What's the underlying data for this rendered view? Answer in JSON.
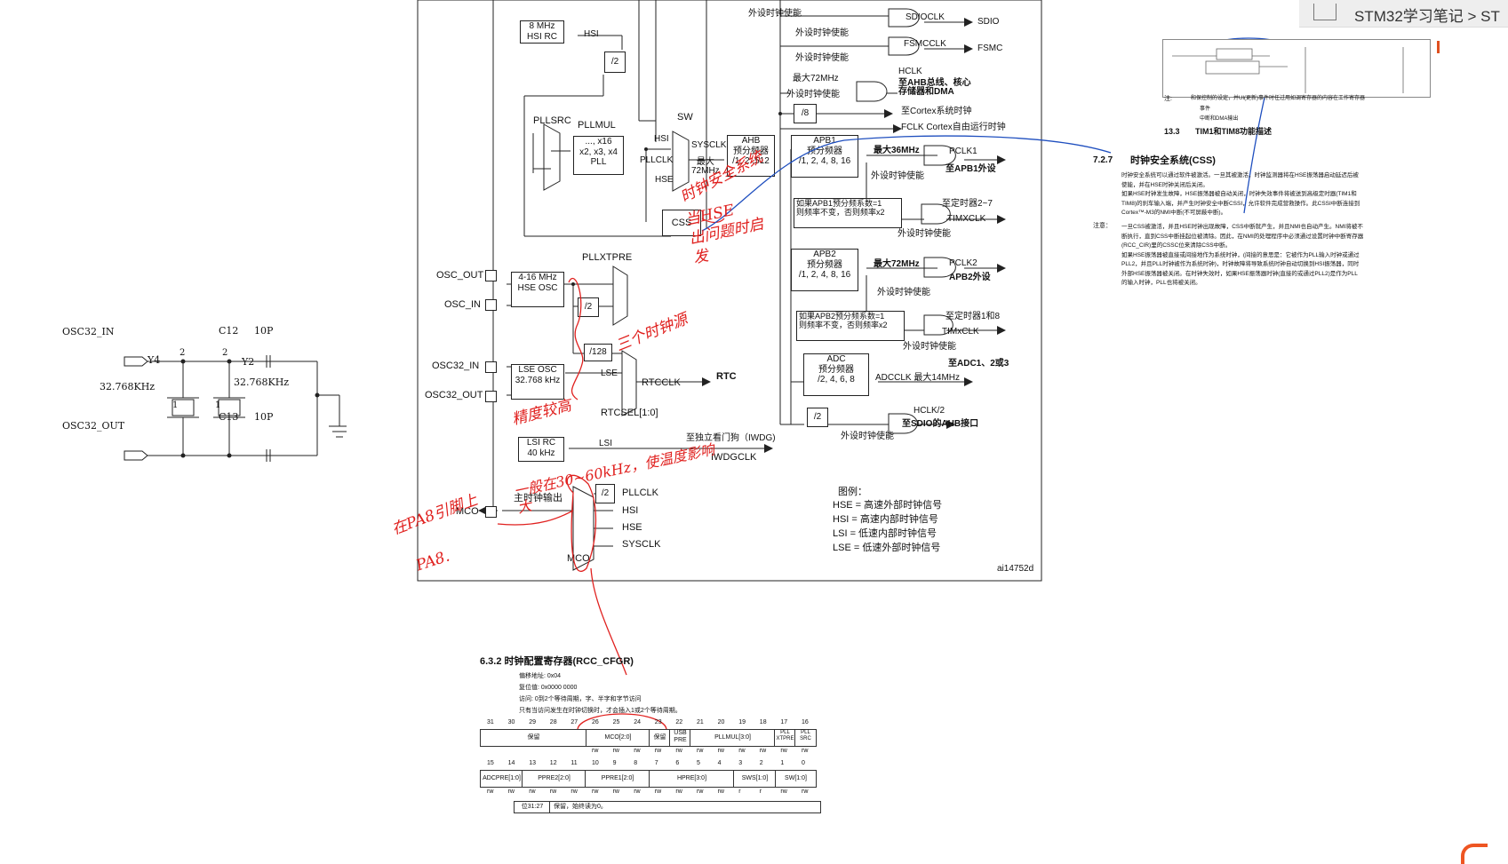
{
  "tab": {
    "title": "STM32学习笔记 > ST"
  },
  "crystal": {
    "net_in": "OSC32_IN",
    "net_out": "OSC32_OUT",
    "y4": "Y4",
    "y2": "Y2",
    "freq_a": "32.768KHz",
    "freq_b": "32.768KHz",
    "c12": "C12",
    "c13": "C13",
    "cap_a": "10P",
    "cap_b": "10P",
    "pin2a": "2",
    "pin2b": "2",
    "pin1a": "1",
    "pin1b": "1"
  },
  "clock": {
    "hsirc": "8 MHz\nHSI RC",
    "hsi": "HSI",
    "div2a": "/2",
    "pllsrc": "PLLSRC",
    "pllmul": "PLLMUL",
    "pll_box": "..., x16\nx2, x3, x4\nPLL",
    "sw": "SW",
    "hsi_sw": "HSI",
    "pllclk": "PLLCLK",
    "hse_sw": "HSE",
    "sysclk": "SYSCLK",
    "max72": "最大\n72MHz",
    "ahb": "AHB\n预分频器\n/1, 2..512",
    "css": "CSS",
    "pllxtpre": "PLLXTPRE",
    "osc_out": "OSC_OUT",
    "osc_in": "OSC_IN",
    "hse_osc": "4-16 MHz\nHSE OSC",
    "div2b": "/2",
    "div128": "/128",
    "osc32_in": "OSC32_IN",
    "osc32_out": "OSC32_OUT",
    "lse_osc": "LSE OSC\n32.768 kHz",
    "lse": "LSE",
    "rtcclk": "RTCCLK",
    "rtc": "RTC",
    "rtcsel": "RTCSEL[1:0]",
    "lsirc": "LSI RC\n40 kHz",
    "lsi": "LSI",
    "iwdg_to": "至独立看门狗（IWDG)",
    "iwdgclk": "IWDGCLK",
    "mco_out": "主时钟输出",
    "mco": "MCO",
    "mco2": "MCO",
    "mco_div2": "/2",
    "m_pllclk": "PLLCLK",
    "m_hsi": "HSI",
    "m_hse": "HSE",
    "m_sysclk": "SYSCLK",
    "periph_en": "外设时钟使能",
    "sdioclk": "SDIOCLK",
    "sdio": "SDIO",
    "fsmcclk": "FSMCCLK",
    "fsmc": "FSMC",
    "max72b": "最大72MHz",
    "hclk": "HCLK",
    "hclk_to": "至AHB总线、核心\n存储器和DMA",
    "div8": "/8",
    "cortex_timer": "至Cortex系统时钟",
    "fclk": "FCLK Cortex自由运行时钟",
    "apb1": "APB1\n预分频器\n/1, 2, 4, 8, 16",
    "max36": "最大36MHz",
    "pclk1": "PCLK1",
    "apb1_to": "至APB1外设",
    "apb1_mul": "如果APB1预分频系数=1\n则频率不变，否则频率x2",
    "tim27": "至定时器2~7",
    "timxclk": "TIMXCLK",
    "apb2": "APB2\n预分频器\n/1, 2, 4, 8, 16",
    "max72c": "最大72MHz",
    "pclk2": "PCLK2",
    "apb2_to": "APB2外设",
    "apb2_mul": "如果APB2预分频系数=1\n则频率不变，否则频率x2",
    "tim18": "至定时器1和8",
    "timxclk2": "TIMxCLK",
    "adc": "ADC\n预分频器\n/2, 4, 6, 8",
    "adc_to": "至ADC1、2或3",
    "adcclk": "ADCCLK  最大14MHz",
    "div2c": "/2",
    "hclk2": "HCLK/2",
    "sdio_ahb": "至SDIO的AHB接口",
    "legend_title": "图例：",
    "legend": [
      "HSE = 高速外部时钟信号",
      "HSI = 高速内部时钟信号",
      "LSI = 低速内部时钟信号",
      "LSE = 低速外部时钟信号"
    ],
    "fig_id": "ai14752d"
  },
  "notes": {
    "n1": "时钟安全系统",
    "n2": "当HSE\n出问题时启\n发",
    "n3": "三个时钟源",
    "n4": "精度较高",
    "n5": "一般在30~60kHz，使温度影响\n大",
    "n6": "在PA8引脚上",
    "n7": "PA8."
  },
  "reg": {
    "heading": "6.3.2    时钟配置寄存器(RCC_CFGR)",
    "lines": [
      "偏移地址: 0x04",
      "复位值: 0x0000 0000",
      "访问: 0到2个等待周期，字、半字和字节访问",
      "只有当访问发生在时钟切换时，才会插入1或2个等待周期。"
    ],
    "bits_hi": [
      "31",
      "30",
      "29",
      "28",
      "27",
      "26",
      "25",
      "24",
      "23",
      "22",
      "21",
      "20",
      "19",
      "18",
      "17",
      "16"
    ],
    "bits_lo": [
      "15",
      "14",
      "13",
      "12",
      "11",
      "10",
      "9",
      "8",
      "7",
      "6",
      "5",
      "4",
      "3",
      "2",
      "1",
      "0"
    ],
    "f_res": "保留",
    "f_mco": "MCO[2:0]",
    "f_res2": "保留",
    "f_usb": "USB\nPRE",
    "f_pllmul": "PLLMUL[3:0]",
    "f_xtpre": "PLL\nXTPRE",
    "f_src": "PLL\nSRC",
    "f_adc": "ADCPRE[1:0]",
    "f_ppre2": "PPRE2[2:0]",
    "f_ppre1": "PPRE1[2:0]",
    "f_hpre": "HPRE[3:0]",
    "f_sws": "SWS[1:0]",
    "f_sw": "SW[1:0]",
    "rw": "rw",
    "r": "r",
    "note_bit": "位31:27",
    "note_txt": "保留，始终读为0。"
  },
  "right": {
    "note1": "注:",
    "note1_txt": "和保控制的设定，并UI(更新)事件时任过用如调寄存器的内容在工作寄存器",
    "ev1": "事件",
    "ev2": "中断和DMA输出",
    "sec133": "13.3",
    "sec133_t": "TIM1和TIM8功能描述",
    "sec": "7.2.7",
    "sec_t": "时钟安全系统(CSS)",
    "paras": [
      "时钟安全系统可以通过软件被激活。一旦其被激活，时钟监测器将在HSE振荡器启动延迟后被",
      "使能，并在HSE时钟关闭后关闭。",
      "如果HSE时钟发生故障，HSE振荡器被自动关闭，时钟失效事件将被送到高级定时器(TIM1和",
      "TIM8)的刹车输入端，并产生时钟安全中断CSSI，允许软件完成营救操作。此CSSI中断连接到",
      "Cortex™-M3的NMI中断(不可屏蔽中断)。"
    ],
    "note2": "注意：",
    "paras2": [
      "一旦CSS被激活，并且HSE时钟出现故障，CSS中断就产生，并且NMI也自动产生。NMI将被不",
      "断执行，直到CSS中断挂起位被清除。因此，在NMI的处理程序中必须通过设置时钟中断寄存器",
      "(RCC_CIR)里的CSSC位来清除CSS中断。",
      "如果HSE振荡器被直接或间接地作为系统时钟，(间接的意思是：它被作为PLL输入时钟或通过",
      "PLL2，并且PLL时钟被作为系统时钟)，时钟故障将导致系统时钟自动切换到HSI振荡器，同时",
      "外部HSE振荡器被关闭。在时钟失效时，如果HSE振荡器时钟(直接的或通过PLL2)是作为PLL",
      "的输入时钟，PLL也将被关闭。"
    ]
  }
}
